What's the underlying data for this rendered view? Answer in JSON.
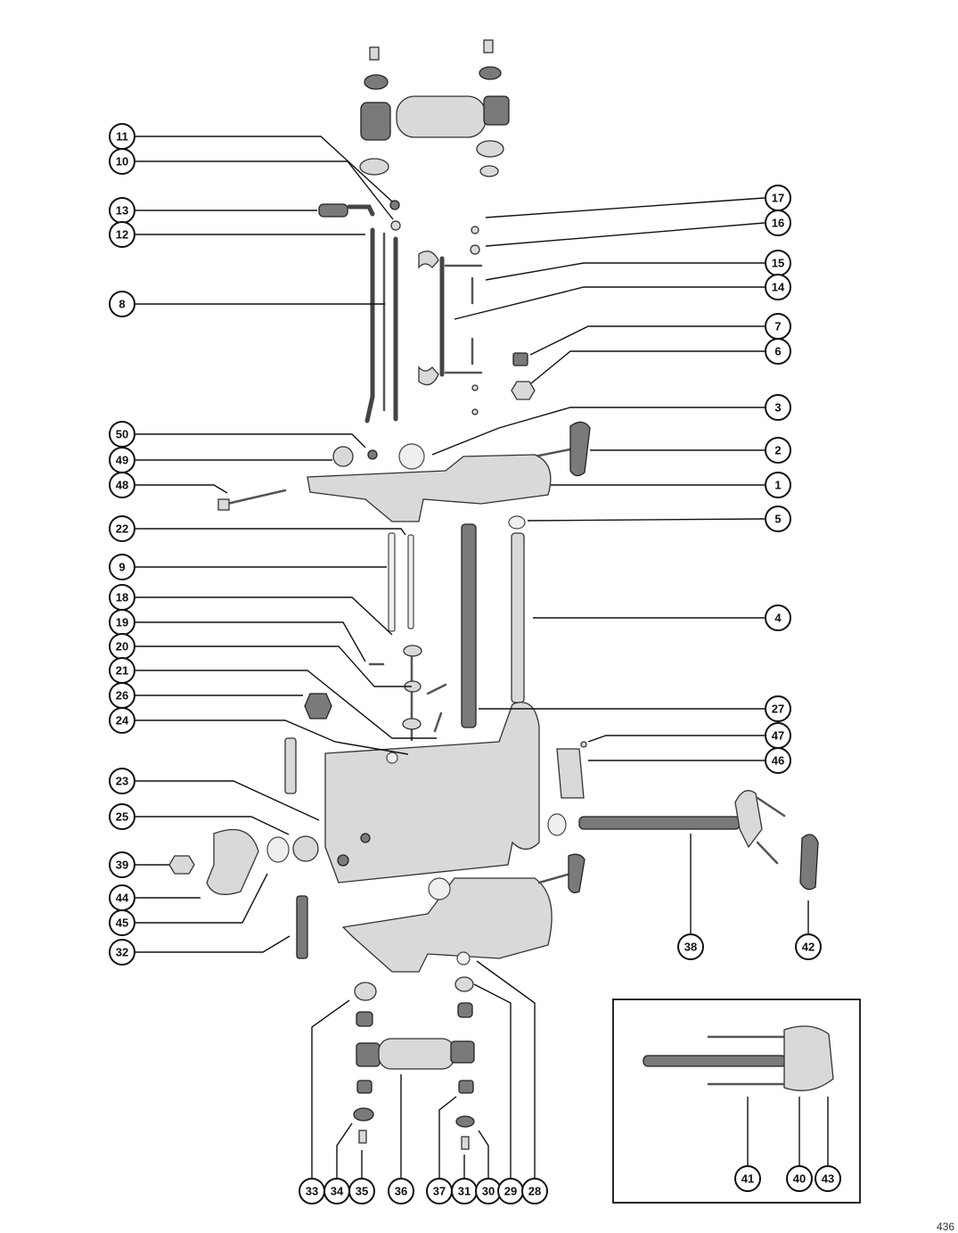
{
  "diagram": {
    "page_number": "436",
    "callouts": [
      "1",
      "2",
      "3",
      "4",
      "5",
      "6",
      "7",
      "8",
      "9",
      "10",
      "11",
      "12",
      "13",
      "14",
      "15",
      "16",
      "17",
      "18",
      "19",
      "20",
      "21",
      "22",
      "23",
      "24",
      "25",
      "26",
      "27",
      "28",
      "29",
      "30",
      "31",
      "32",
      "33",
      "34",
      "35",
      "36",
      "37",
      "38",
      "39",
      "40",
      "41",
      "42",
      "43",
      "44",
      "45",
      "46",
      "47",
      "48",
      "49",
      "50"
    ]
  }
}
